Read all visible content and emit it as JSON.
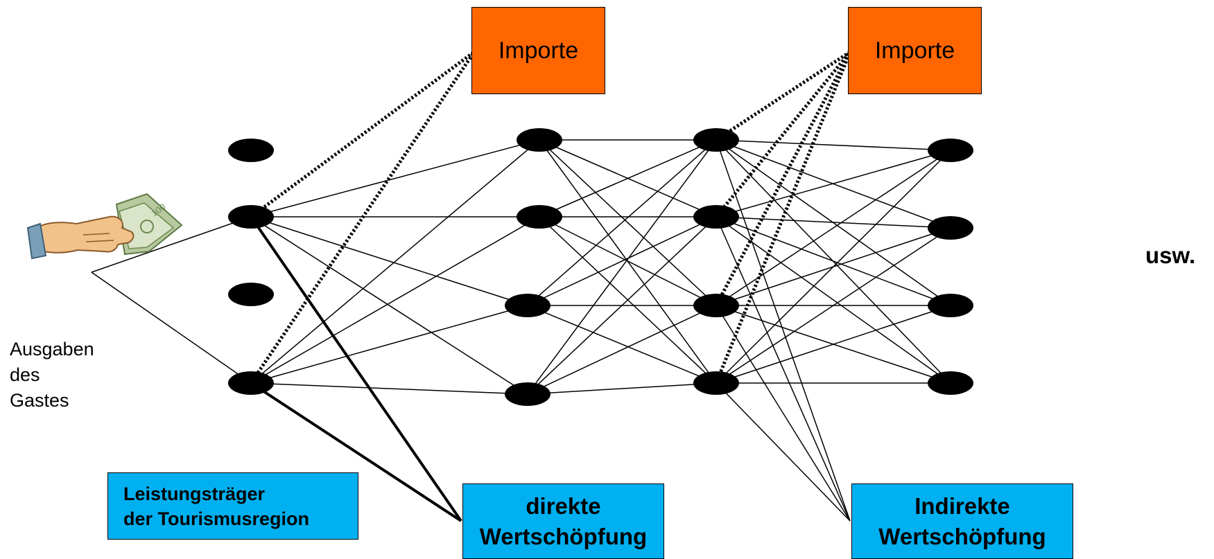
{
  "imports": [
    "Importe",
    "Importe"
  ],
  "guest_spending": [
    "Ausgaben",
    "des",
    "Gastes"
  ],
  "providers": [
    "Leistungsträger",
    "der Tourismusregion"
  ],
  "direct_value": [
    "direkte",
    "Wertschöpfung"
  ],
  "indirect_value": [
    "Indirekte",
    "Wertschöpfung"
  ],
  "etc": "usw.",
  "colors": {
    "imports": "#ff6600",
    "stages": "#00b0f0",
    "nodes": "#000000",
    "lines": "#000000"
  },
  "icons": [
    "hand-with-money-icon"
  ]
}
